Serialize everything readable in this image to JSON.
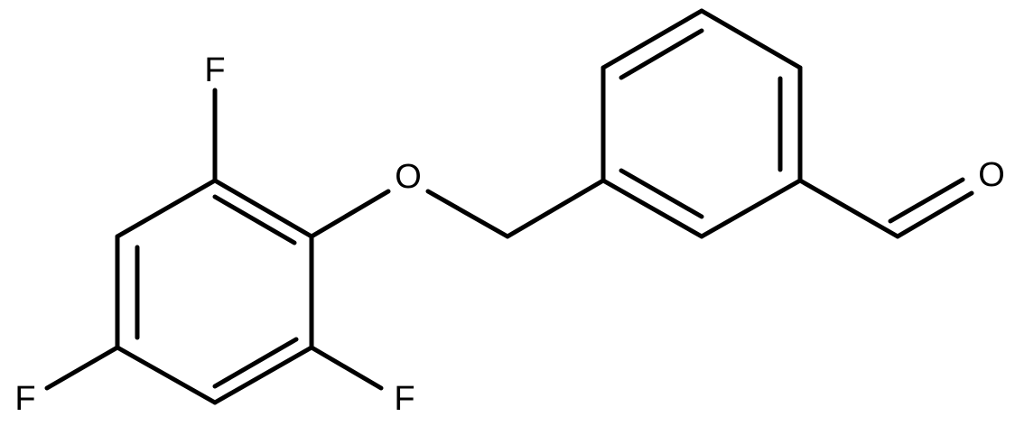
{
  "molecule": {
    "atoms": {
      "f_top": "F",
      "o_ether": "O",
      "f_left": "F",
      "f_bottom": "F",
      "o_aldehyde": "O"
    }
  },
  "colors": {
    "bond": "#000000",
    "label": "#000000",
    "background": "#ffffff"
  }
}
